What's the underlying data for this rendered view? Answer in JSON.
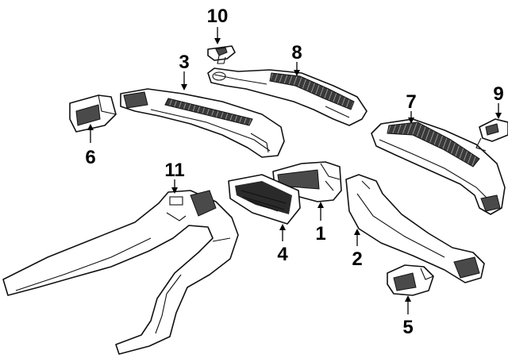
{
  "callouts": {
    "c1": "1",
    "c2": "2",
    "c3": "3",
    "c4": "4",
    "c5": "5",
    "c6": "6",
    "c7": "7",
    "c8": "8",
    "c9": "9",
    "c10": "10",
    "c11": "11"
  },
  "colors": {
    "line": "#111111",
    "background": "#ffffff",
    "shading": "#4a4a4a"
  }
}
